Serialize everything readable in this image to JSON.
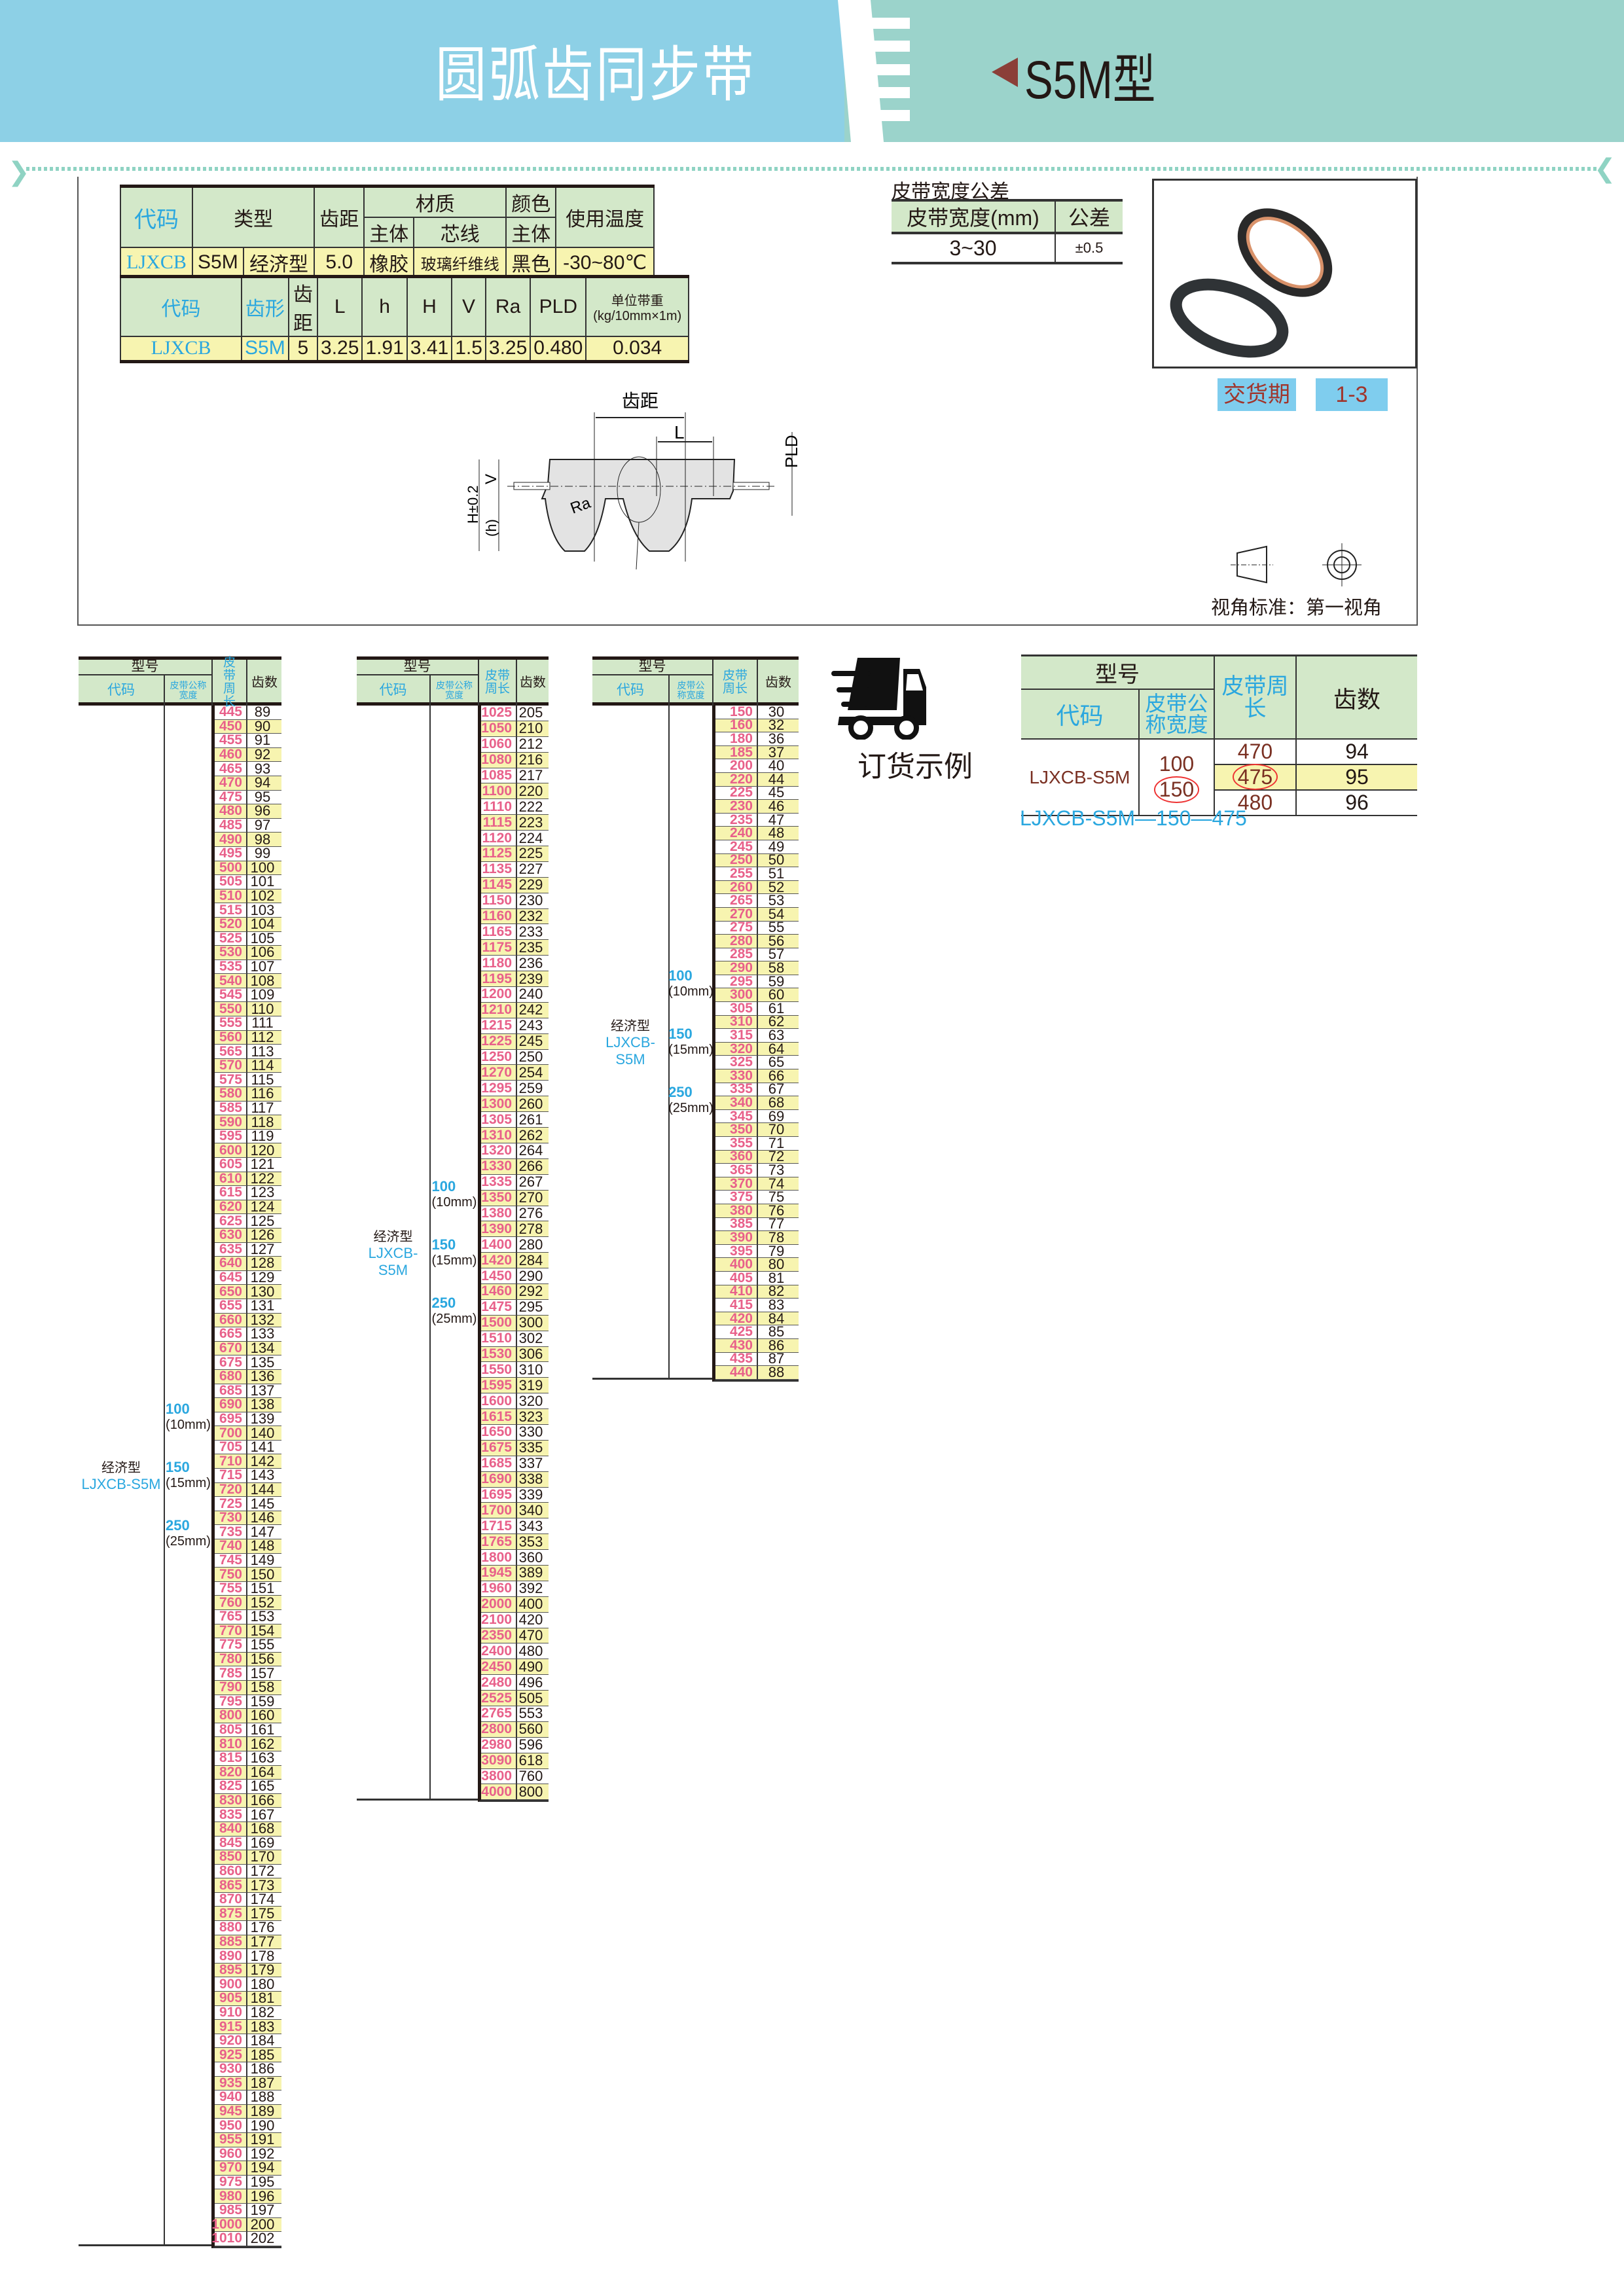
{
  "header": {
    "title": "圆弧齿同步带",
    "model": "S5M型"
  },
  "spec1": {
    "h_code": "代码",
    "h_type": "类型",
    "h_pitch": "齿距",
    "h_material": "材质",
    "h_body": "主体",
    "h_core": "芯线",
    "h_color": "颜色",
    "h_color_body": "主体",
    "h_temp": "使用温度",
    "code": "LJXCB",
    "type1": "S5M",
    "type2": "经济型",
    "pitch": "5.0",
    "body": "橡胶",
    "core": "玻璃纤维线",
    "color": "黑色",
    "temp": "-30~80℃"
  },
  "spec2": {
    "h_code": "代码",
    "h_form": "齿形",
    "h_pitch": "齿距",
    "h_L": "L",
    "h_h": "h",
    "h_H": "H",
    "h_V": "V",
    "h_Ra": "Ra",
    "h_PLD": "PLD",
    "h_weight": "单位带重(kg/10mm×1m)",
    "code": "LJXCB",
    "form": "S5M",
    "pitch": "5",
    "L": "3.25",
    "h": "1.91",
    "H": "3.41",
    "V": "1.5",
    "Ra": "3.25",
    "PLD": "0.480",
    "weight": "0.034"
  },
  "tolerance": {
    "title": "皮带宽度公差",
    "h_width": "皮带宽度(mm)",
    "h_tol": "公差",
    "width": "3~30",
    "tol": "±0.5"
  },
  "delivery": {
    "label": "交货期",
    "value": "1-3"
  },
  "diagram": {
    "pitch": "齿距",
    "L": "L",
    "PLD": "PLD",
    "V": "V",
    "H": "H±0.2",
    "h": "(h)",
    "Ra": "Ra"
  },
  "view": {
    "label": "视角标准：第一视角"
  },
  "table_headers": {
    "model": "型号",
    "code": "代码",
    "width": "皮带公称宽度",
    "length": "皮带周长",
    "teeth": "齿数"
  },
  "table_left": {
    "type": "经济型",
    "code": "LJXCB-S5M",
    "w1": "100",
    "w1mm": "(10mm)",
    "w2": "150",
    "w2mm": "(15mm)",
    "w3": "250",
    "w3mm": "(25mm)"
  },
  "table1": [
    [
      445,
      89
    ],
    [
      450,
      90
    ],
    [
      455,
      91
    ],
    [
      460,
      92
    ],
    [
      465,
      93
    ],
    [
      470,
      94
    ],
    [
      475,
      95
    ],
    [
      480,
      96
    ],
    [
      485,
      97
    ],
    [
      490,
      98
    ],
    [
      495,
      99
    ],
    [
      500,
      100
    ],
    [
      505,
      101
    ],
    [
      510,
      102
    ],
    [
      515,
      103
    ],
    [
      520,
      104
    ],
    [
      525,
      105
    ],
    [
      530,
      106
    ],
    [
      535,
      107
    ],
    [
      540,
      108
    ],
    [
      545,
      109
    ],
    [
      550,
      110
    ],
    [
      555,
      111
    ],
    [
      560,
      112
    ],
    [
      565,
      113
    ],
    [
      570,
      114
    ],
    [
      575,
      115
    ],
    [
      580,
      116
    ],
    [
      585,
      117
    ],
    [
      590,
      118
    ],
    [
      595,
      119
    ],
    [
      600,
      120
    ],
    [
      605,
      121
    ],
    [
      610,
      122
    ],
    [
      615,
      123
    ],
    [
      620,
      124
    ],
    [
      625,
      125
    ],
    [
      630,
      126
    ],
    [
      635,
      127
    ],
    [
      640,
      128
    ],
    [
      645,
      129
    ],
    [
      650,
      130
    ],
    [
      655,
      131
    ],
    [
      660,
      132
    ],
    [
      665,
      133
    ],
    [
      670,
      134
    ],
    [
      675,
      135
    ],
    [
      680,
      136
    ],
    [
      685,
      137
    ],
    [
      690,
      138
    ],
    [
      695,
      139
    ],
    [
      700,
      140
    ],
    [
      705,
      141
    ],
    [
      710,
      142
    ],
    [
      715,
      143
    ],
    [
      720,
      144
    ],
    [
      725,
      145
    ],
    [
      730,
      146
    ],
    [
      735,
      147
    ],
    [
      740,
      148
    ],
    [
      745,
      149
    ],
    [
      750,
      150
    ],
    [
      755,
      151
    ],
    [
      760,
      152
    ],
    [
      765,
      153
    ],
    [
      770,
      154
    ],
    [
      775,
      155
    ],
    [
      780,
      156
    ],
    [
      785,
      157
    ],
    [
      790,
      158
    ],
    [
      795,
      159
    ],
    [
      800,
      160
    ],
    [
      805,
      161
    ],
    [
      810,
      162
    ],
    [
      815,
      163
    ],
    [
      820,
      164
    ],
    [
      825,
      165
    ],
    [
      830,
      166
    ],
    [
      835,
      167
    ],
    [
      840,
      168
    ],
    [
      845,
      169
    ],
    [
      850,
      170
    ],
    [
      860,
      172
    ],
    [
      865,
      173
    ],
    [
      870,
      174
    ],
    [
      875,
      175
    ],
    [
      880,
      176
    ],
    [
      885,
      177
    ],
    [
      890,
      178
    ],
    [
      895,
      179
    ],
    [
      900,
      180
    ],
    [
      905,
      181
    ],
    [
      910,
      182
    ],
    [
      915,
      183
    ],
    [
      920,
      184
    ],
    [
      925,
      185
    ],
    [
      930,
      186
    ],
    [
      935,
      187
    ],
    [
      940,
      188
    ],
    [
      945,
      189
    ],
    [
      950,
      190
    ],
    [
      955,
      191
    ],
    [
      960,
      192
    ],
    [
      970,
      194
    ],
    [
      975,
      195
    ],
    [
      980,
      196
    ],
    [
      985,
      197
    ],
    [
      1000,
      200
    ],
    [
      1010,
      202
    ]
  ],
  "table2": [
    [
      1025,
      205
    ],
    [
      1050,
      210
    ],
    [
      1060,
      212
    ],
    [
      1080,
      216
    ],
    [
      1085,
      217
    ],
    [
      1100,
      220
    ],
    [
      1110,
      222
    ],
    [
      1115,
      223
    ],
    [
      1120,
      224
    ],
    [
      1125,
      225
    ],
    [
      1135,
      227
    ],
    [
      1145,
      229
    ],
    [
      1150,
      230
    ],
    [
      1160,
      232
    ],
    [
      1165,
      233
    ],
    [
      1175,
      235
    ],
    [
      1180,
      236
    ],
    [
      1195,
      239
    ],
    [
      1200,
      240
    ],
    [
      1210,
      242
    ],
    [
      1215,
      243
    ],
    [
      1225,
      245
    ],
    [
      1250,
      250
    ],
    [
      1270,
      254
    ],
    [
      1295,
      259
    ],
    [
      1300,
      260
    ],
    [
      1305,
      261
    ],
    [
      1310,
      262
    ],
    [
      1320,
      264
    ],
    [
      1330,
      266
    ],
    [
      1335,
      267
    ],
    [
      1350,
      270
    ],
    [
      1380,
      276
    ],
    [
      1390,
      278
    ],
    [
      1400,
      280
    ],
    [
      1420,
      284
    ],
    [
      1450,
      290
    ],
    [
      1460,
      292
    ],
    [
      1475,
      295
    ],
    [
      1500,
      300
    ],
    [
      1510,
      302
    ],
    [
      1530,
      306
    ],
    [
      1550,
      310
    ],
    [
      1595,
      319
    ],
    [
      1600,
      320
    ],
    [
      1615,
      323
    ],
    [
      1650,
      330
    ],
    [
      1675,
      335
    ],
    [
      1685,
      337
    ],
    [
      1690,
      338
    ],
    [
      1695,
      339
    ],
    [
      1700,
      340
    ],
    [
      1715,
      343
    ],
    [
      1765,
      353
    ],
    [
      1800,
      360
    ],
    [
      1945,
      389
    ],
    [
      1960,
      392
    ],
    [
      2000,
      400
    ],
    [
      2100,
      420
    ],
    [
      2350,
      470
    ],
    [
      2400,
      480
    ],
    [
      2450,
      490
    ],
    [
      2480,
      496
    ],
    [
      2525,
      505
    ],
    [
      2765,
      553
    ],
    [
      2800,
      560
    ],
    [
      2980,
      596
    ],
    [
      3090,
      618
    ],
    [
      3800,
      760
    ],
    [
      4000,
      800
    ]
  ],
  "table3": [
    [
      150,
      30
    ],
    [
      160,
      32
    ],
    [
      180,
      36
    ],
    [
      185,
      37
    ],
    [
      200,
      40
    ],
    [
      220,
      44
    ],
    [
      225,
      45
    ],
    [
      230,
      46
    ],
    [
      235,
      47
    ],
    [
      240,
      48
    ],
    [
      245,
      49
    ],
    [
      250,
      50
    ],
    [
      255,
      51
    ],
    [
      260,
      52
    ],
    [
      265,
      53
    ],
    [
      270,
      54
    ],
    [
      275,
      55
    ],
    [
      280,
      56
    ],
    [
      285,
      57
    ],
    [
      290,
      58
    ],
    [
      295,
      59
    ],
    [
      300,
      60
    ],
    [
      305,
      61
    ],
    [
      310,
      62
    ],
    [
      315,
      63
    ],
    [
      320,
      64
    ],
    [
      325,
      65
    ],
    [
      330,
      66
    ],
    [
      335,
      67
    ],
    [
      340,
      68
    ],
    [
      345,
      69
    ],
    [
      350,
      70
    ],
    [
      355,
      71
    ],
    [
      360,
      72
    ],
    [
      365,
      73
    ],
    [
      370,
      74
    ],
    [
      375,
      75
    ],
    [
      380,
      76
    ],
    [
      385,
      77
    ],
    [
      390,
      78
    ],
    [
      395,
      79
    ],
    [
      400,
      80
    ],
    [
      405,
      81
    ],
    [
      410,
      82
    ],
    [
      415,
      83
    ],
    [
      420,
      84
    ],
    [
      425,
      85
    ],
    [
      430,
      86
    ],
    [
      435,
      87
    ],
    [
      440,
      88
    ]
  ],
  "order": {
    "title": "订货示例",
    "code": "LJXCB-S5M",
    "w1": "100",
    "w2": "150",
    "rows": [
      [
        "470",
        "94"
      ],
      [
        "475",
        "95"
      ],
      [
        "480",
        "96"
      ]
    ],
    "result": "LJXCB-S5M—150—475"
  },
  "colors": {
    "header_blue": "#8dd0e6",
    "header_teal": "#9bd3cb",
    "header_green": "#d3e8c9",
    "row_yellow": "#f7f4b0",
    "length_pink": "#e8608a",
    "code_blue": "#2aa7df"
  }
}
